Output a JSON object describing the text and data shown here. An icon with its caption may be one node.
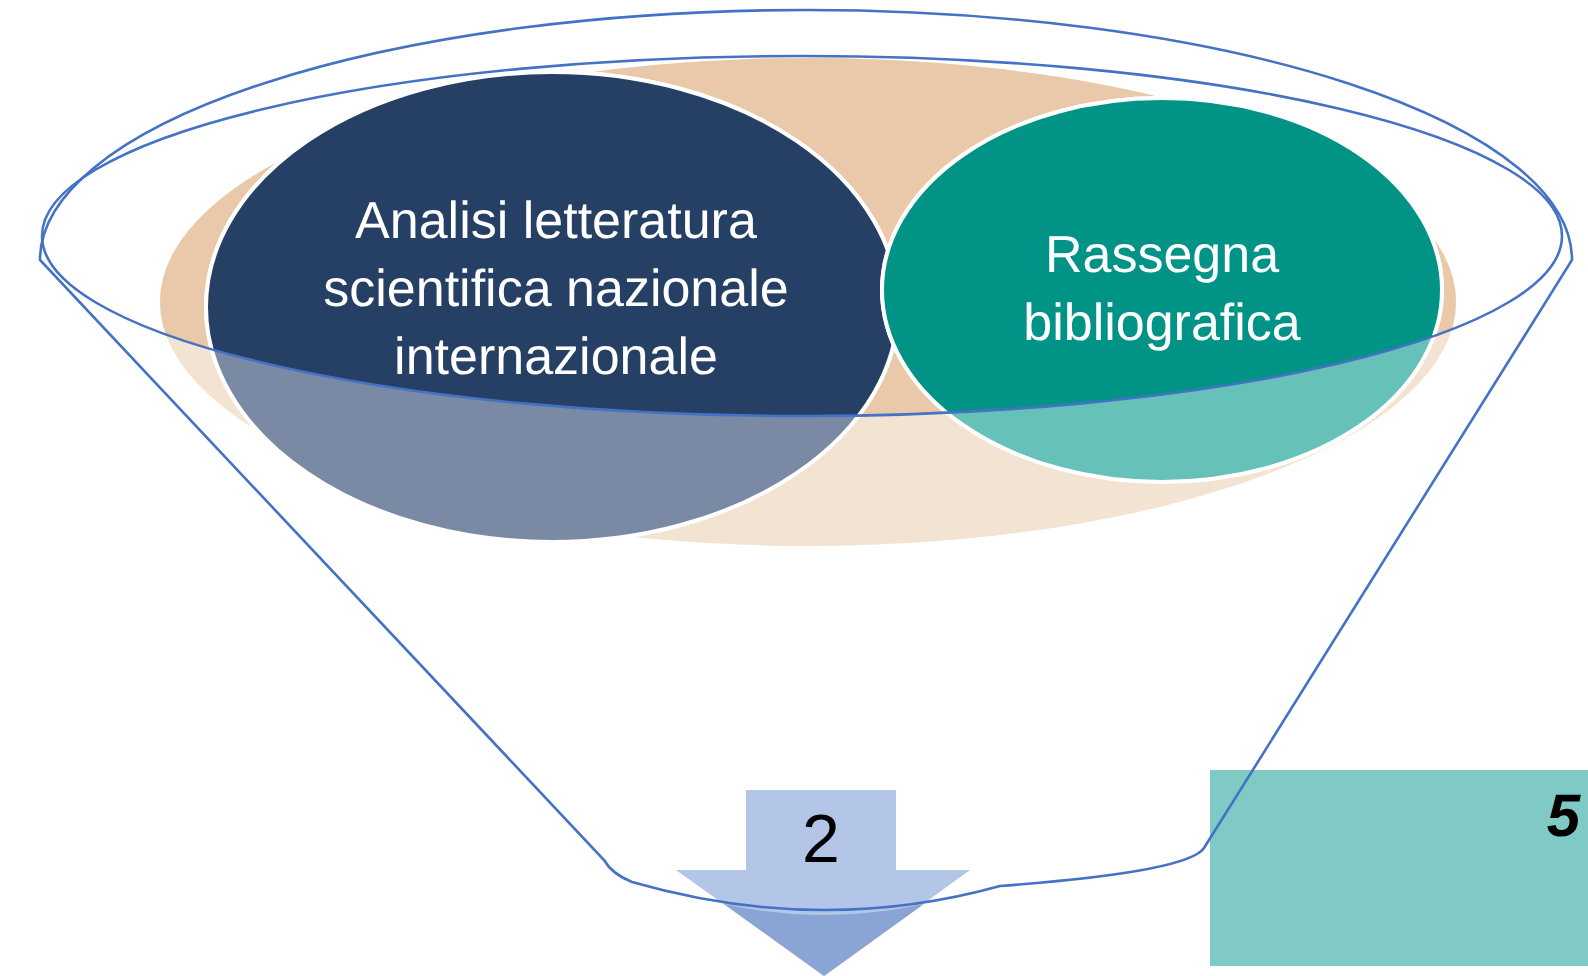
{
  "diagram": {
    "nodes": [
      {
        "text": [
          "Analisi letteratura scientifica nazionale internazionale"
        ]
      },
      {
        "text": [
          "Rassegna bibliografica"
        ]
      },
      {
        "text": [
          "2"
        ]
      },
      {
        "text": [
          "5"
        ]
      }
    ]
  }
}
